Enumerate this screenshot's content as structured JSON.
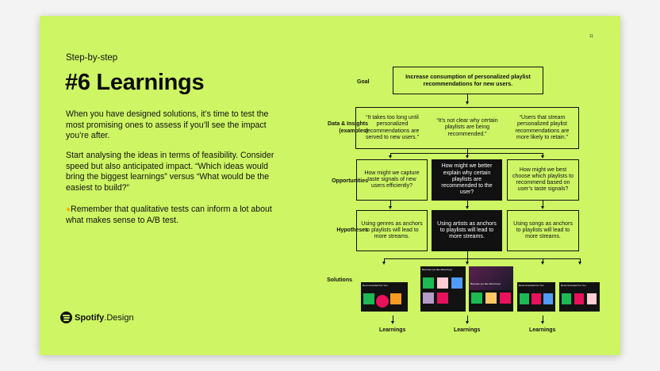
{
  "page_number": "11",
  "eyebrow": "Step-by-step",
  "title": "#6 Learnings",
  "paragraphs": {
    "p1": "When you have designed solutions, it’s time to test the most promising ones to assess if you’ll see the impact you’re after.",
    "p2": "Start analysing the ideas in terms of feasibility. Consider speed but also anticipated impact. “Which ideas would bring the biggest learnings” versus “What would be the easiest to build?”",
    "p3_icon": "lightbulb-icon",
    "p3": "Remember that qualitative tests can inform a lot about what makes sense to A/B test."
  },
  "logo": {
    "brand": "Spotify",
    "suffix": ".Design"
  },
  "row_labels": {
    "goal": "Goal",
    "data": "Data & Insights",
    "data_sub": "(examples)",
    "opportunities": "Opportunities",
    "hypotheses": "Hypotheses",
    "solutions": "Solutions"
  },
  "goal": "Increase consumption of personalized playlist recommendations for new users.",
  "insights": [
    "“It takes too long until personalized recommendations are served to new users.”",
    "“It’s not clear why certain playlists are being recommended.”",
    "“Users that stream personalized playlist recommendations are more likely to retain.”"
  ],
  "opportunities": [
    "How might we capture taste signals of new users efficiently?",
    "How might we better explain why certain playlists are recommended to the user?",
    "How might we best choose which playlists to recommend based on user’s taste signals?"
  ],
  "hypotheses": [
    "Using genres as anchors to playlists will lead to more streams.",
    "Using artists as anchors to playlists will lead to more streams.",
    "Using songs as anchors to playlists will lead to more streams."
  ],
  "solution_headers": [
    "Recommended For You",
    "Because you like Alicia Keys",
    "Because you like Alicia Keys",
    "Recommended For You",
    "Recommended For You"
  ],
  "learnings": [
    "Learnings",
    "Learnings",
    "Learnings"
  ],
  "colors": {
    "background": "#cdf564",
    "dark": "#111111",
    "accent_pink": "#e8115b",
    "accent_green": "#1db954"
  }
}
